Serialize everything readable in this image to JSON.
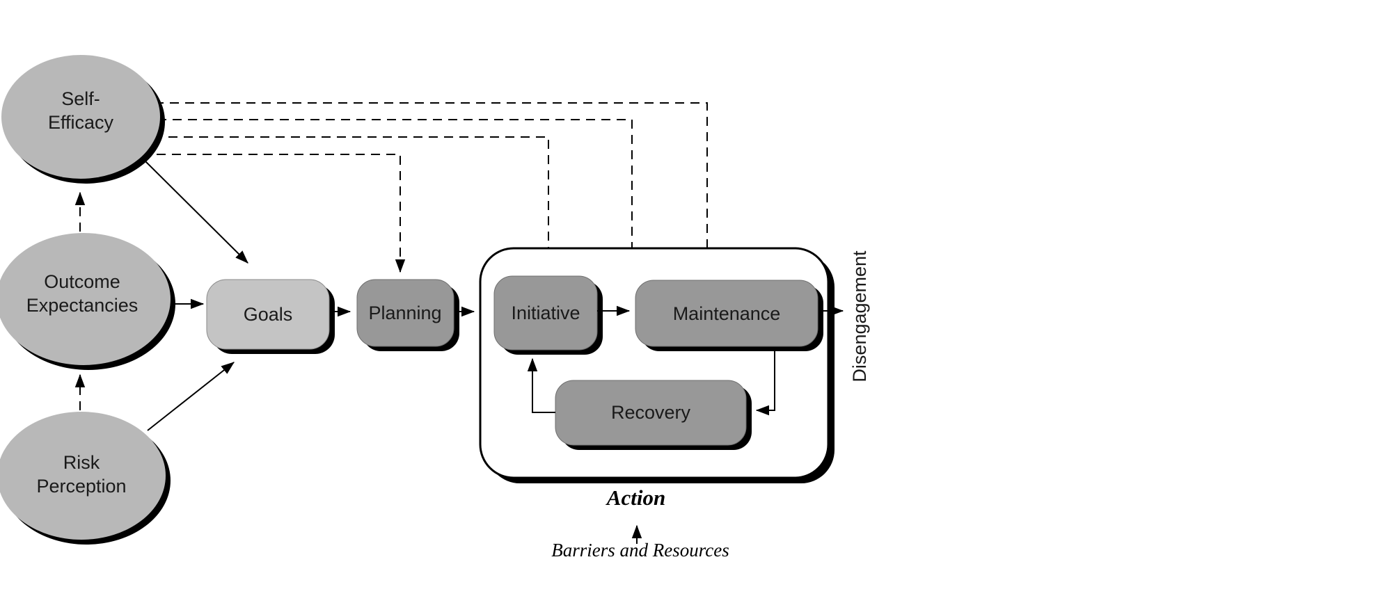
{
  "nodes": {
    "self_efficacy": {
      "line1": "Self-",
      "line2": "Efficacy"
    },
    "outcome_expectancies": {
      "line1": "Outcome",
      "line2": "Expectancies"
    },
    "risk_perception": {
      "line1": "Risk",
      "line2": "Perception"
    },
    "goals": {
      "label": "Goals"
    },
    "planning": {
      "label": "Planning"
    },
    "initiative": {
      "label": "Initiative"
    },
    "maintenance": {
      "label": "Maintenance"
    },
    "recovery": {
      "label": "Recovery"
    }
  },
  "annotations": {
    "action": "Action",
    "barriers_resources": "Barriers and Resources",
    "disengagement": "Disengagement"
  },
  "colors": {
    "ellipse_fill": "#b8b8b8",
    "goals_fill": "#c4c4c4",
    "stage_fill": "#989898",
    "container_fill": "#ffffff",
    "shadow": "#000000",
    "line": "#000000"
  }
}
